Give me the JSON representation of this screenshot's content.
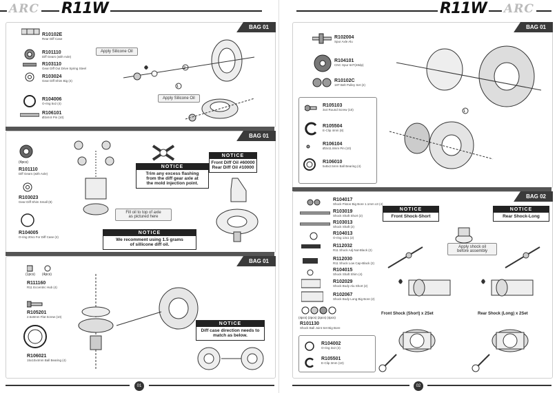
{
  "left_page": {
    "logo_brand": "ARC",
    "logo_model": "R11W",
    "page_number": "01",
    "section1": {
      "bag": "BAG 01",
      "parts": [
        {
          "code": "R10102E",
          "desc": "Rear Diff Case"
        },
        {
          "code": "R101110",
          "desc": "Diff Gears (with Axle)"
        },
        {
          "code": "R103110",
          "desc": "Gear Diff Out Drive Spring Steel"
        },
        {
          "code": "R103024",
          "desc": "Gear Diff Shim Big (4)"
        },
        {
          "code": "R104006",
          "desc": "O-ring 5x2 (4)"
        },
        {
          "code": "R106101",
          "desc": "Ø2x9.8 Pin (10)"
        }
      ],
      "callout_top": "Apply Silicone Oil",
      "callout_bottom": "Apply Silicone Oil"
    },
    "section2": {
      "bag": "BAG 01",
      "qty": "(4pcs)",
      "parts": [
        {
          "code": "R101110",
          "desc": "Diff Gears (with Axle)"
        },
        {
          "code": "R103023",
          "desc": "Gear Diff Shim Small (8)"
        },
        {
          "code": "R104005",
          "desc": "O-ring 20x1 For Diff Case (2)"
        }
      ],
      "notice1": {
        "title": "NOTICE",
        "lines": [
          "Trim any excess flashing",
          "from the diff gear axle at",
          "the mold injection point."
        ]
      },
      "notice2": {
        "title": "NOTICE",
        "lines": [
          "Front Diff Oil #60000",
          "Rear Diff Oil #10000"
        ]
      },
      "notice3": {
        "title": "NOTICE",
        "lines": [
          "We recomment using 1.5 grams",
          "of sillicone diff oil."
        ]
      },
      "callout_fill": [
        "Fill oil to top of axle",
        "as pictured here"
      ]
    },
    "section3": {
      "bag": "BAG 01",
      "qty1": "(1pcs)",
      "qty2": "(4pcs)",
      "parts": [
        {
          "code": "R111160",
          "desc": "R11 Eccentric Hub (4)"
        },
        {
          "code": "R105201",
          "desc": "2.5x8mm Flat Screw (10)"
        },
        {
          "code": "R106021",
          "desc": "15x10x4mm Ball Bearing (4)"
        }
      ],
      "notice4": {
        "title": "NOTICE",
        "lines": [
          "Diff case direction needs to",
          "match as below."
        ]
      }
    }
  },
  "right_page": {
    "logo_brand": "ARC",
    "logo_model": "R11W",
    "page_number": "02",
    "section1": {
      "bag": "BAG 01",
      "parts": [
        {
          "code": "R102004",
          "desc": "Spur Axle Alu"
        },
        {
          "code": "R104101",
          "desc": "CNC Spur 64T(48dp)"
        },
        {
          "code": "R10102C",
          "desc": "18T Belt Pulley Set (2)"
        }
      ],
      "box_parts": [
        {
          "code": "R105103",
          "desc": "3x4 Round Screw (10)"
        },
        {
          "code": "R105504",
          "desc": "E-Clip 4mm (8)"
        },
        {
          "code": "R106104",
          "desc": "Ø2x11.8mm Pin (10)"
        },
        {
          "code": "R106010",
          "desc": "5x8x2.5mm Ball Bearing (4)"
        }
      ]
    },
    "section2": {
      "bag": "BAG 02",
      "parts": [
        {
          "code": "R104017",
          "desc": "Shock Piston Big Bore 1.1mm x3 (4)"
        },
        {
          "code": "R103019",
          "desc": "Shock Shaft Short (2)"
        },
        {
          "code": "R103013",
          "desc": "Shock Shaft (2)"
        },
        {
          "code": "R104013",
          "desc": "O-ring 13x1 (2)"
        },
        {
          "code": "R112032",
          "desc": "R11 Shock Adj Nut-Black (2)"
        },
        {
          "code": "R112030",
          "desc": "R11 Shock Low Cap-Black (2)"
        },
        {
          "code": "R104015",
          "desc": "Shock Shaft Shim (4)"
        },
        {
          "code": "R102029",
          "desc": "Shock Body Alu Short (2)"
        },
        {
          "code": "R102067",
          "desc": "Shock Body Long Big Bore (2)"
        },
        {
          "code": "R101130",
          "desc": "Shock Ball Joint Set Big Bore"
        }
      ],
      "qty_row": [
        "(4pcs)",
        "(2pcs)",
        "(2pcs)",
        "(4pcs)"
      ],
      "box_parts": [
        {
          "code": "R104002",
          "desc": "O-ring 3x2 (4)"
        },
        {
          "code": "R105501",
          "desc": "E-Clip 3mm (10)"
        }
      ],
      "notice_front": {
        "title": "NOTICE",
        "lines": [
          "Front Shock-Short"
        ]
      },
      "notice_rear": {
        "title": "NOTICE",
        "lines": [
          "Rear Shock-Long"
        ]
      },
      "callout_shock": [
        "Apply shock oil",
        "before assembly"
      ],
      "label_front": "Front Shock (Short) x 2Set",
      "label_rear": "Rear Shock (Long) x 2Set"
    }
  }
}
